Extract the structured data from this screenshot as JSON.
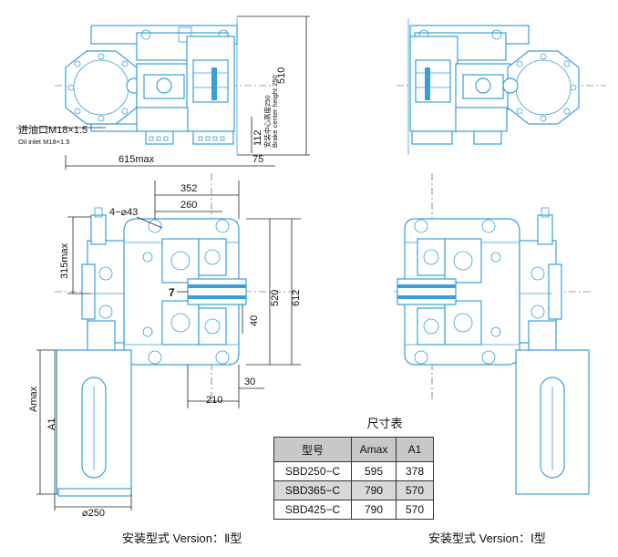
{
  "colors": {
    "equipment": "#3a9fd8",
    "dimension": "#222222",
    "table_header": "#c8c8c8",
    "table_alt_row": "#d8d8d8"
  },
  "labels": {
    "oil_inlet_cn": "进油口M18×1.5",
    "oil_inlet_en": "Oil inlet M18×1.5",
    "center_height_cn": "安装中心高度250",
    "center_height_en": "Brake center height 250"
  },
  "dimensions": {
    "top_height": "510",
    "top_112": "112",
    "top_615max": "615max",
    "top_75": "75",
    "d352": "352",
    "d260": "260",
    "holes": "4−⌀43",
    "d315max": "315max",
    "d7": "7",
    "d520": "520",
    "d612": "612",
    "d40": "40",
    "d210": "210",
    "d30": "30",
    "amax": "Amax",
    "a1": "A1",
    "d250": "⌀250"
  },
  "table": {
    "title": "尺寸表",
    "headers": [
      "型号",
      "Amax",
      "A1"
    ],
    "rows": [
      [
        "SBD250−C",
        "595",
        "378"
      ],
      [
        "SBD365−C",
        "790",
        "570"
      ],
      [
        "SBD425−C",
        "790",
        "570"
      ]
    ]
  },
  "captions": {
    "left": "安装型式 Version：Ⅱ型",
    "right": "安装型式 Version：Ⅰ型"
  }
}
